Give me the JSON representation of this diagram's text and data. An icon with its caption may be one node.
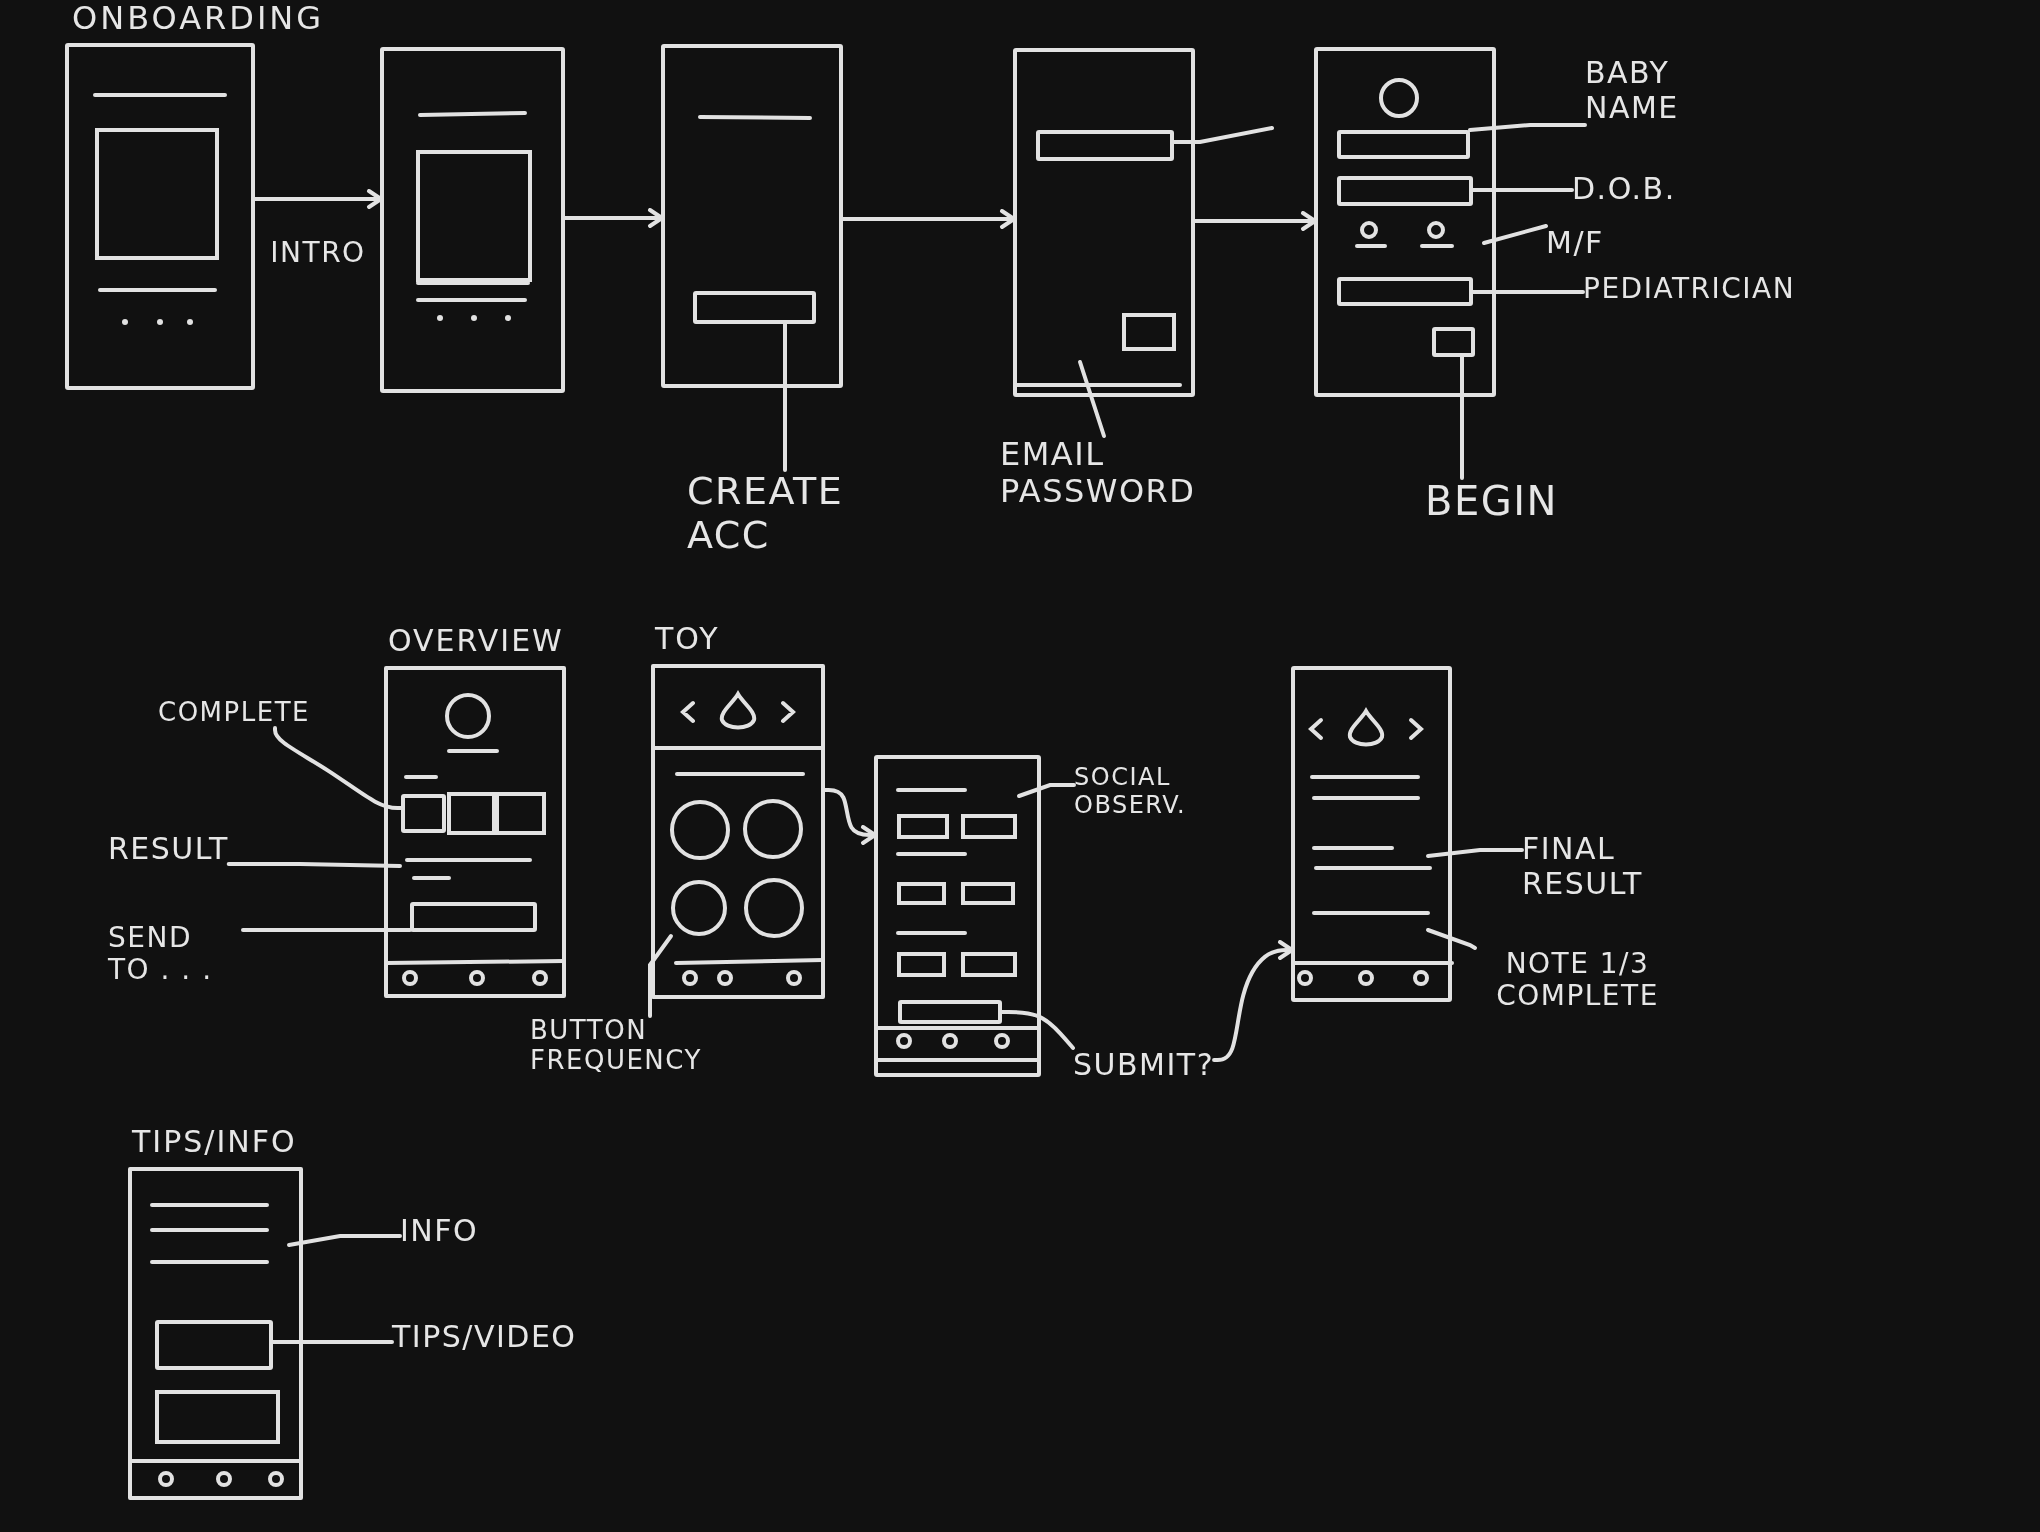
{
  "diagram": {
    "nodes": [
      {
        "text": [],
        "shape": "box"
      },
      {
        "text": [],
        "shape": "box"
      },
      {
        "text": [],
        "shape": "box"
      },
      {
        "text": [],
        "shape": "box",
        "in": 2
      },
      {
        "text": [
          "CREATE ACC"
        ]
      },
      {
        "text": [],
        "shape": "box"
      },
      {
        "text": [],
        "shape": "box",
        "in": 5
      },
      {
        "text": [
          "EMAIL PASSWORD"
        ]
      },
      {
        "text": [],
        "shape": "box"
      },
      {
        "text": [],
        "shape": "box",
        "in": 8
      },
      {
        "text": [],
        "shape": "box",
        "in": 8
      },
      {
        "text": [],
        "shape": "box",
        "in": 8
      },
      {
        "text": [],
        "shape": "box",
        "in": 8
      },
      {
        "text": [
          "BABY NAME"
        ]
      },
      {
        "text": [
          "D.O.B."
        ]
      },
      {
        "text": [
          "M/F"
        ]
      },
      {
        "text": [
          "PEDIATRICIAN"
        ]
      },
      {
        "text": [
          "BEGIN"
        ]
      },
      {
        "text": [
          "OVERVIEW"
        ]
      },
      {
        "text": [],
        "shape": "box",
        "in": 18
      },
      {
        "text": [],
        "shape": "box",
        "in": 18
      },
      {
        "text": [
          "COMPLETE"
        ]
      },
      {
        "text": [
          "RESULT"
        ]
      },
      {
        "text": [
          "SEND TO . . ."
        ]
      },
      {
        "text": [
          "TOY"
        ]
      },
      {
        "text": [],
        "shape": "circle",
        "in": 24
      },
      {
        "text": [
          "BUTTON FREQUENCY"
        ]
      },
      {
        "text": [],
        "shape": "box"
      },
      {
        "text": [],
        "shape": "box",
        "in": 27
      },
      {
        "text": [
          "SOCIAL OBSERV."
        ]
      },
      {
        "text": [
          "SUBMIT?"
        ]
      },
      {
        "text": [],
        "shape": "box"
      },
      {
        "text": [
          "FINAL RESULT"
        ]
      },
      {
        "text": [
          "NOTE 1/3 COMPLETE"
        ]
      },
      {
        "text": [
          "TIPS/INFO"
        ]
      },
      {
        "text": [],
        "shape": "box",
        "in": 34
      },
      {
        "text": [
          "INFO"
        ]
      },
      {
        "text": [
          "TIPS/VIDEO"
        ]
      }
    ],
    "edges": [
      {
        "from": 0,
        "to": 1,
        "arrow": "to",
        "label": "INTRO"
      },
      {
        "from": 1,
        "to": 2,
        "arrow": "to"
      },
      {
        "from": 2,
        "to": 5,
        "arrow": "to"
      },
      {
        "from": 5,
        "to": 8,
        "arrow": "to"
      },
      {
        "from": 4,
        "to": 3,
        "arrow": "none"
      },
      {
        "from": 7,
        "to": 5,
        "arrow": "none"
      },
      {
        "from": 6,
        "to": null,
        "arrow": "none"
      },
      {
        "from": 13,
        "to": 9,
        "arrow": "none"
      },
      {
        "from": 14,
        "to": 10,
        "arrow": "none"
      },
      {
        "from": 15,
        "to": 8,
        "arrow": "none"
      },
      {
        "from": 16,
        "to": 11,
        "arrow": "none"
      },
      {
        "from": 17,
        "to": 12,
        "arrow": "none"
      },
      {
        "from": 21,
        "to": 19,
        "arrow": "none"
      },
      {
        "from": 22,
        "to": 18,
        "arrow": "none"
      },
      {
        "from": 23,
        "to": 20,
        "arrow": "none"
      },
      {
        "from": 26,
        "to": 25,
        "arrow": "none"
      },
      {
        "from": 24,
        "to": 27,
        "arrow": "to"
      },
      {
        "from": 29,
        "to": 27,
        "arrow": "none"
      },
      {
        "from": 30,
        "to": 28,
        "arrow": "none"
      },
      {
        "from": 30,
        "to": 31,
        "arrow": "to"
      },
      {
        "from": 32,
        "to": 31,
        "arrow": "none"
      },
      {
        "from": 33,
        "to": 31,
        "arrow": "none"
      },
      {
        "from": 36,
        "to": 34,
        "arrow": "none"
      },
      {
        "from": 37,
        "to": 35,
        "arrow": "none"
      }
    ],
    "labels": [
      "ONBOARDING"
    ]
  }
}
